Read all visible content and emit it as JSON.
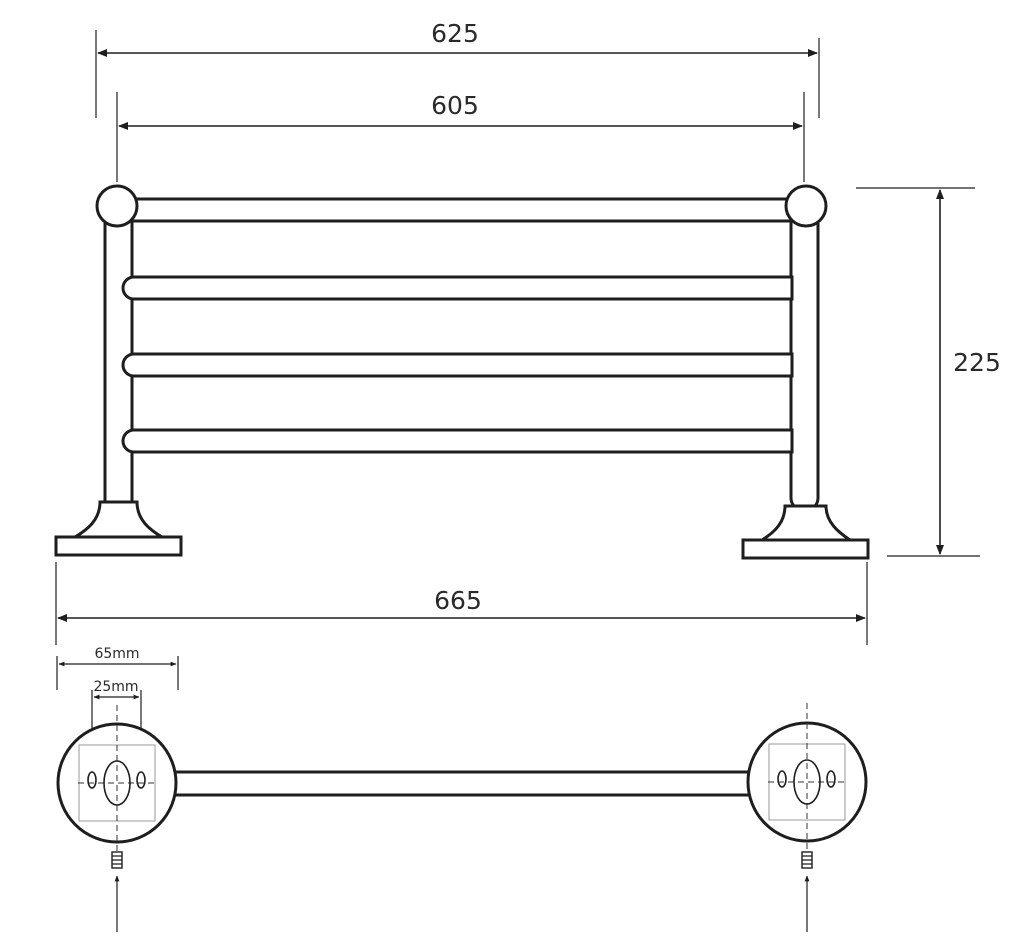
{
  "dimensions": {
    "overall_width": "625",
    "rail_span": "605",
    "height": "225",
    "base_width": "665",
    "flange_width": "65mm",
    "hole_spacing": "25mm"
  }
}
